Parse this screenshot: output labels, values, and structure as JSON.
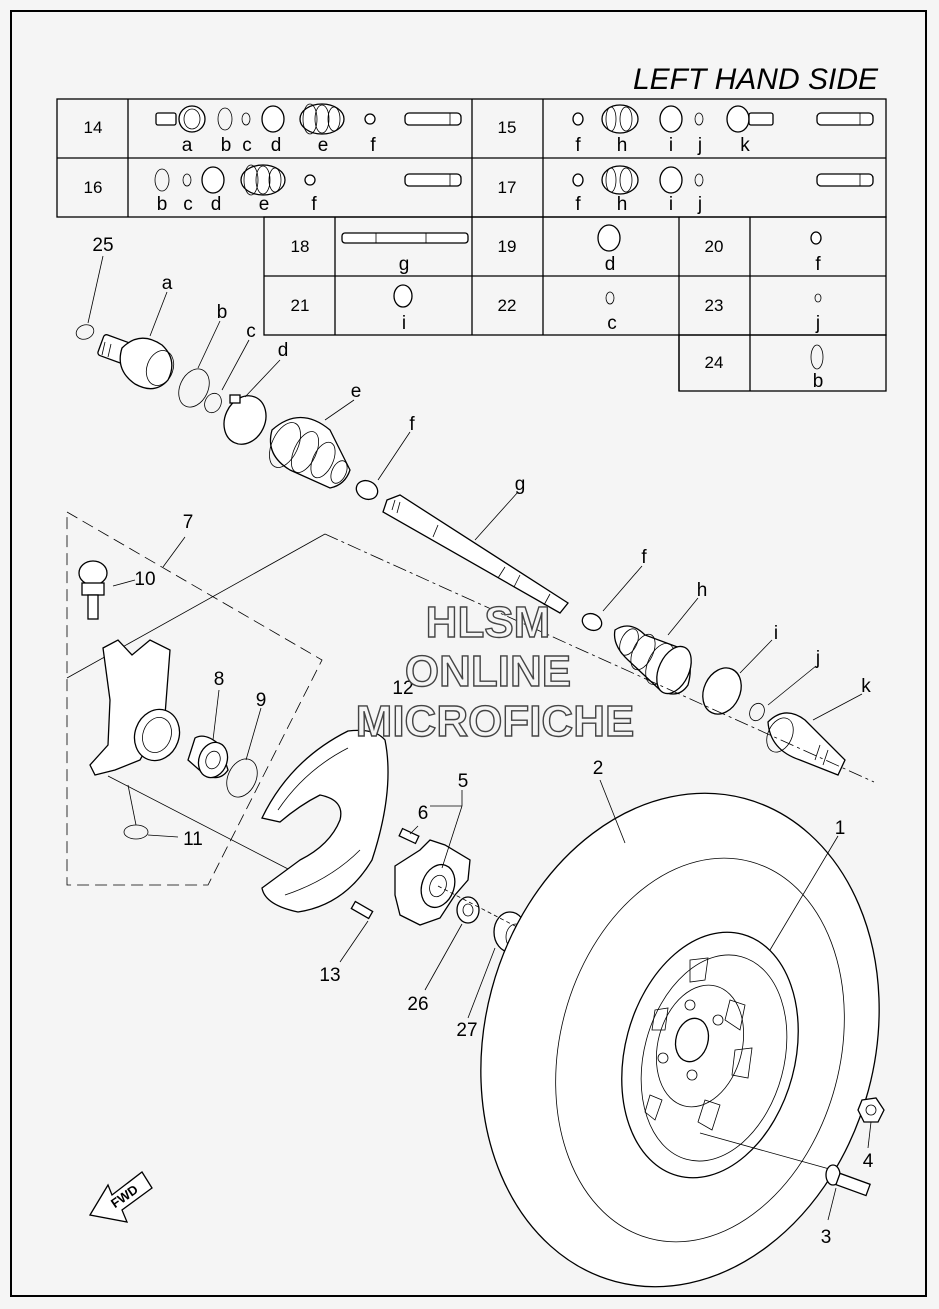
{
  "title": "LEFT HAND SIDE",
  "watermark": [
    "HLSM",
    "ONLINE",
    "MICROFICHE"
  ],
  "kit_table": {
    "row1": [
      {
        "num": "14",
        "letters": [
          "a",
          "b",
          "c",
          "d",
          "e",
          "f"
        ]
      },
      {
        "num": "15",
        "letters": [
          "f",
          "h",
          "i",
          "j",
          "k"
        ]
      }
    ],
    "row2": [
      {
        "num": "16",
        "letters": [
          "b",
          "c",
          "d",
          "e",
          "f"
        ]
      },
      {
        "num": "17",
        "letters": [
          "f",
          "h",
          "i",
          "j"
        ]
      }
    ],
    "small": [
      {
        "num": "18",
        "letter": "g"
      },
      {
        "num": "19",
        "letter": "d"
      },
      {
        "num": "20",
        "letter": "f"
      },
      {
        "num": "21",
        "letter": "i"
      },
      {
        "num": "22",
        "letter": "c"
      },
      {
        "num": "23",
        "letter": "j"
      },
      {
        "num": "24",
        "letter": "b"
      }
    ]
  },
  "callouts": {
    "n25": "25",
    "a": "a",
    "b": "b",
    "c": "c",
    "d1": "d",
    "e": "e",
    "f1": "f",
    "g": "g",
    "f2": "f",
    "h": "h",
    "i": "i",
    "j": "j",
    "k": "k",
    "n7": "7",
    "n10": "10",
    "n8": "8",
    "n9": "9",
    "n12": "12",
    "n11": "11",
    "n5": "5",
    "n6": "6",
    "n2": "2",
    "n1": "1",
    "n13": "13",
    "n26": "26",
    "n27": "27",
    "n4": "4",
    "n3": "3"
  },
  "fwd_label": "FWD"
}
